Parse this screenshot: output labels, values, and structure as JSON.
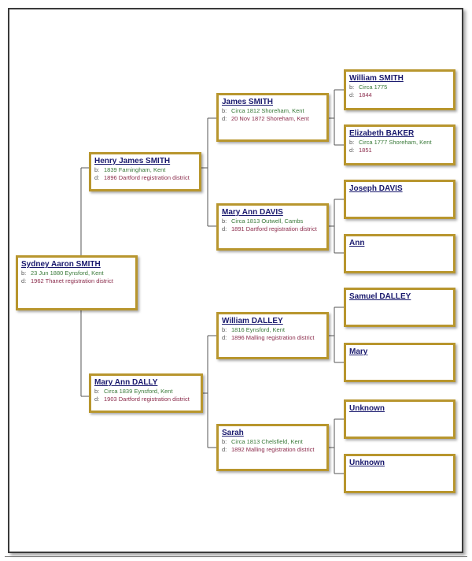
{
  "people": {
    "p1": {
      "name": "Sydney Aaron SMITH",
      "b": "23 Jun 1880 Eynsford, Kent",
      "d": "1962 Thanet registration district"
    },
    "p2": {
      "name": "Henry James SMITH",
      "b": "1839 Farningham, Kent",
      "d": "1896 Dartford registration district"
    },
    "p3": {
      "name": "Mary Ann DALLY",
      "b": "Circa 1839 Eynsford, Kent",
      "d": "1903 Dartford registration district"
    },
    "p4": {
      "name": "James SMITH",
      "b": "Circa 1812 Shoreham, Kent",
      "d": "20 Nov 1872 Shoreham, Kent"
    },
    "p5": {
      "name": "Mary Ann DAVIS",
      "b": "Circa 1813 Outwell, Cambs",
      "d": "1891 Dartford registration district"
    },
    "p6": {
      "name": "William DALLEY",
      "b": "1816 Eynsford, Kent",
      "d": "1896 Malling registration district"
    },
    "p7": {
      "name": "Sarah",
      "b": "Circa 1813 Chelsfield, Kent",
      "d": "1892 Malling registration district"
    },
    "p8": {
      "name": "William SMITH",
      "b": "Circa 1775",
      "d": "1844"
    },
    "p9": {
      "name": "Elizabeth BAKER",
      "b": "Circa 1777 Shoreham, Kent",
      "d": "1851"
    },
    "p10": {
      "name": "Joseph DAVIS"
    },
    "p11": {
      "name": "Ann"
    },
    "p12": {
      "name": "Samuel DALLEY"
    },
    "p13": {
      "name": "Mary"
    },
    "p14": {
      "name": "Unknown"
    },
    "p15": {
      "name": "Unknown"
    }
  },
  "labels": {
    "born": "b:",
    "died": "d:"
  },
  "colors": {
    "border": "#b8962e",
    "name": "#1a1a6e",
    "birth": "#3a7a3a",
    "death": "#8a2a4a"
  }
}
